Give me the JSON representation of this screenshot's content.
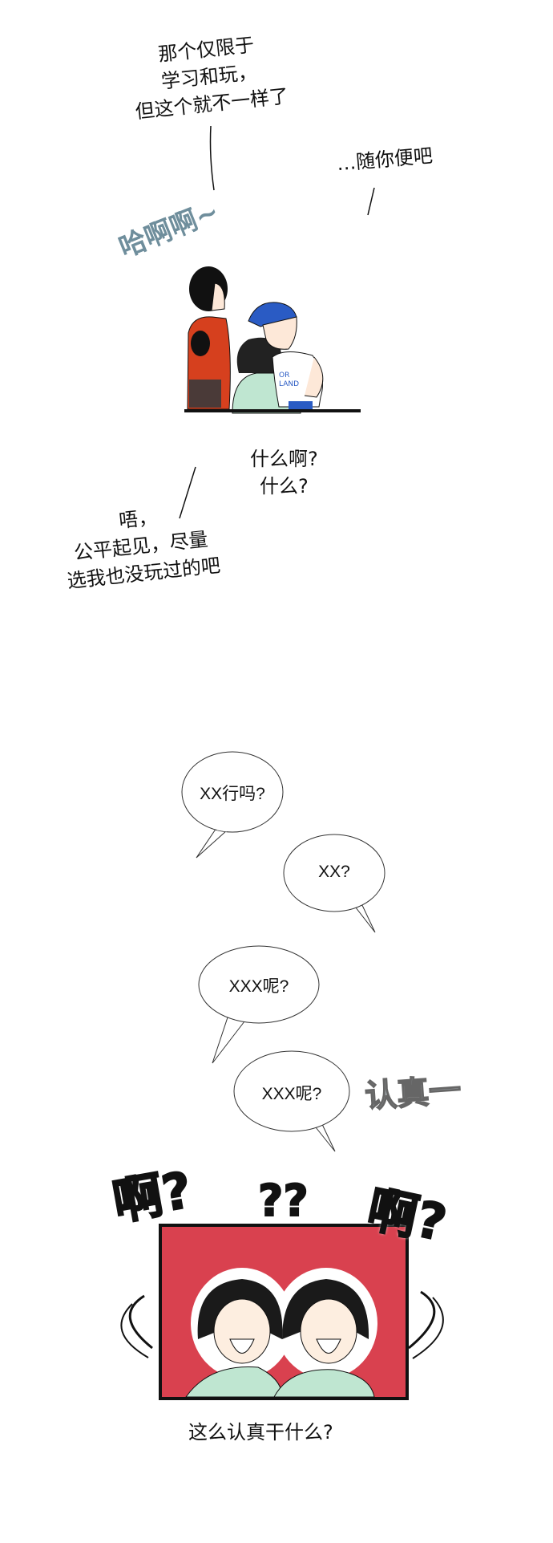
{
  "panel1": {
    "speech_top": "那个仅限于\n学习和玩，\n但这个就不一样了",
    "speech_right": "…随你便吧",
    "sfx_laugh": "哈啊啊~"
  },
  "panel2": {
    "speech_question": "什么啊?\n什么?",
    "speech_reply": "唔，\n公平起见，尽量\n选我也没玩过的吧"
  },
  "bubbles": [
    {
      "text": "XX行吗?"
    },
    {
      "text": "XX?"
    },
    {
      "text": "XXX呢?"
    },
    {
      "text": "XXX呢?"
    }
  ],
  "sfx_serious": "认真一",
  "panel3": {
    "sfx_left": "啊?",
    "sfx_mid": "??",
    "sfx_right": "啊?",
    "background_color": "#d9414f",
    "caption": "这么认真干什么?"
  },
  "colors": {
    "cap_blue": "#2a5bc4",
    "shirt_red": "#d6401e",
    "shirt_mint": "#bfe6d1"
  }
}
